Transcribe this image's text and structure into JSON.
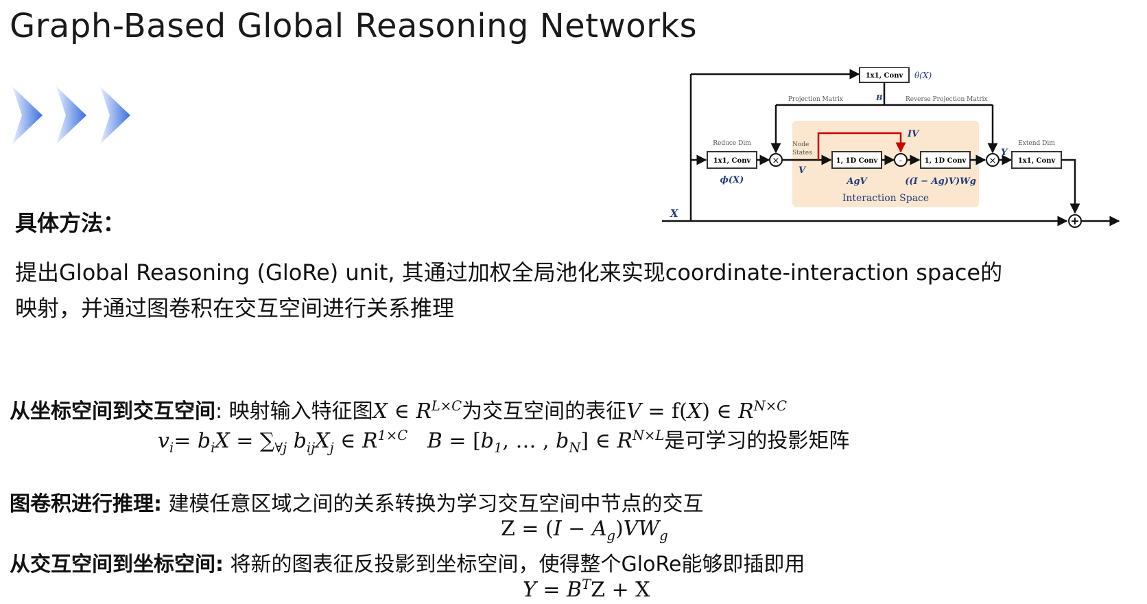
{
  "title": "Graph-Based Global Reasoning Networks",
  "method_heading": "具体方法：",
  "intro": {
    "line1": "提出Global Reasoning (GloRe) unit, 其通过加权全局池化来实现coordinate-interaction space的",
    "line2": "映射，并通过图卷积在交互空间进行关系推理"
  },
  "sections": {
    "coord_to_inter": {
      "label": "从坐标空间到交互空间",
      "text_a": ": 映射输入特征图",
      "text_b": "为交互空间的表征",
      "eq_suffix": "是可学习的投影矩阵"
    },
    "graph_conv": {
      "label": "图卷积进行推理:",
      "text": "建模任意区域之间的关系转换为学习交互空间中节点的交互"
    },
    "inter_to_coord": {
      "label": "从交互空间到坐标空间:",
      "text": "将新的图表征反投影到坐标空间，使得整个GloRe能够即插即用"
    }
  },
  "diagram": {
    "top_conv": "1x1, Conv",
    "theta": "θ(X)",
    "projection_matrix": "Projection Matrix",
    "reverse_projection_matrix": "Reverse Projection Matrix",
    "b_label": "B",
    "reduce_dim": "Reduce Dim",
    "reduce_conv": "1x1, Conv",
    "phi": "ϕ(X)",
    "node_states": "Node\nStates",
    "v_label": "V",
    "conv1d_a": "1, 1D Conv",
    "agv": "AgV",
    "iv_label": "IV",
    "conv1d_b": "1, 1D Conv",
    "formula_label": "((I − Ag)V)Wg",
    "interaction_space": "Interaction Space",
    "y_label": "Y",
    "extend_dim": "Extend Dim",
    "extend_conv": "1x1, Conv",
    "x_label": "X",
    "interaction_bg": "#fbe6cf",
    "arrow_red": "#cc0000"
  }
}
